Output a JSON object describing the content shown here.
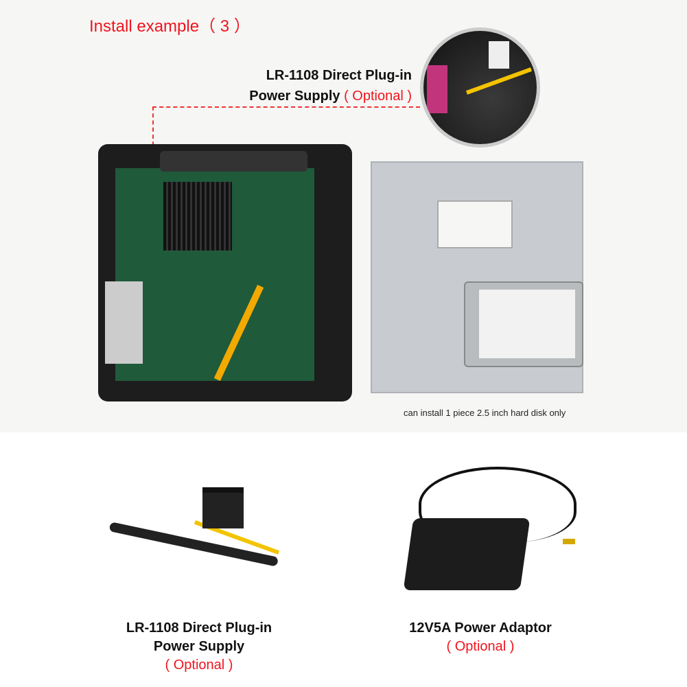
{
  "title": "Install example（ 3 ）",
  "callout": {
    "line1": "LR-1108 Direct Plug-in",
    "line2": "Power Supply",
    "optional": "( Optional )"
  },
  "bracket_note": "can install 1 piece 2.5 inch hard disk only",
  "products": [
    {
      "line1": "LR-1108 Direct Plug-in",
      "line2": "Power Supply",
      "optional": "( Optional )"
    },
    {
      "line1": "12V5A Power Adaptor",
      "optional": "( Optional )"
    }
  ],
  "colors": {
    "accent": "#f0141e",
    "background_top": "#f6f6f4"
  }
}
